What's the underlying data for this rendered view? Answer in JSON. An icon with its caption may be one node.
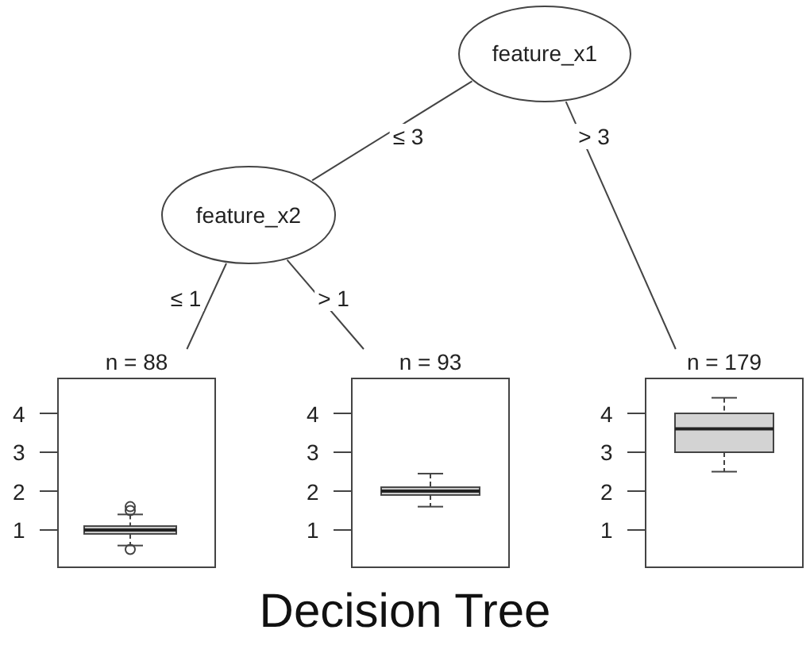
{
  "diagram": {
    "caption": "Decision Tree",
    "nodes": [
      {
        "text": [
          "feature_x1"
        ]
      },
      {
        "text": [
          "feature_x2"
        ]
      },
      {
        "text": [
          "n = 88"
        ]
      },
      {
        "text": [
          "n = 93"
        ]
      },
      {
        "text": [
          "n = 179"
        ]
      }
    ],
    "edges": [
      {
        "from": 0,
        "to": 1,
        "arrow": "none",
        "label": "≤ 3"
      },
      {
        "from": 1,
        "to": 2,
        "arrow": "none",
        "label": "≤ 1"
      },
      {
        "from": 1,
        "to": 3,
        "arrow": "none",
        "label": "> 1"
      },
      {
        "from": 0,
        "to": 4,
        "arrow": "none",
        "label": "> 3"
      }
    ],
    "labels": [
      "4",
      "3",
      "2",
      "1",
      "4",
      "3",
      "2",
      "1",
      "4",
      "3",
      "2",
      "1"
    ]
  }
}
